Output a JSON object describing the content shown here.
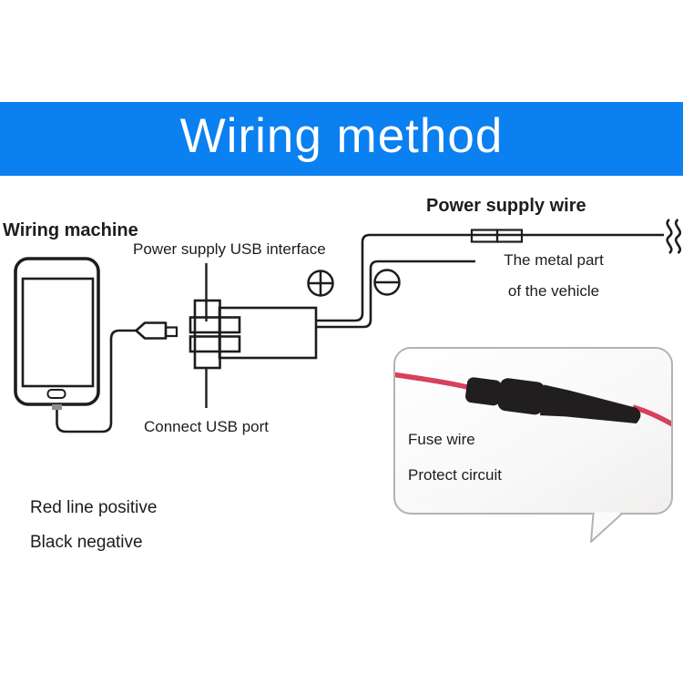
{
  "banner": {
    "title": "Wiring method"
  },
  "labels": {
    "wiring_machine": "Wiring machine",
    "power_supply_usb_interface": "Power supply USB interface",
    "connect_usb_port": "Connect USB port",
    "power_supply_wire": "Power supply wire",
    "metal_part_line1": "The metal part",
    "metal_part_line2": "of the vehicle",
    "fuse_wire": "Fuse wire",
    "protect_circuit": "Protect circuit",
    "red_line_positive": "Red line positive",
    "black_negative": "Black negative"
  },
  "icons": {
    "plus_terminal": "⊕",
    "minus_terminal": "⊖",
    "fuse_symbol": "two-box inline fuse",
    "wire_break": "double S squiggle"
  },
  "colors": {
    "banner": "#0b80f0",
    "line": "#1d1d1d",
    "text": "#1d1d1d",
    "wire-red": "#d6415c",
    "holder": "#201e1f",
    "bubble-border": "#b3b3b3"
  }
}
